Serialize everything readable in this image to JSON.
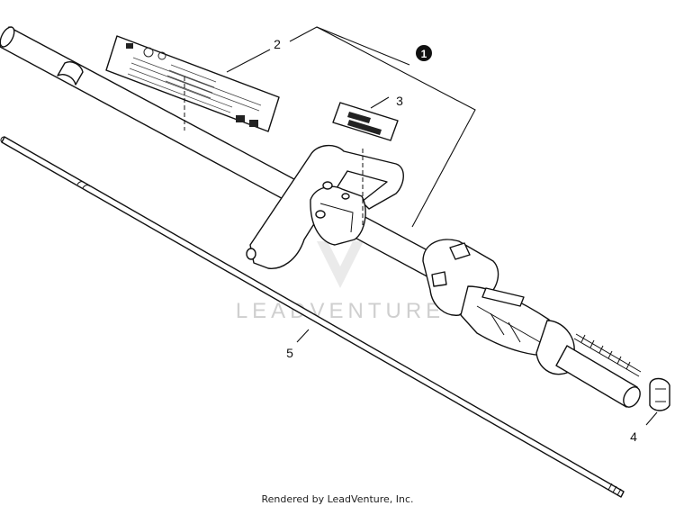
{
  "diagram": {
    "callouts": [
      {
        "id": "callout-1",
        "label": "1"
      },
      {
        "id": "callout-2",
        "label": "2"
      },
      {
        "id": "callout-3",
        "label": "3"
      },
      {
        "id": "callout-4",
        "label": "4"
      },
      {
        "id": "callout-5",
        "label": "5"
      }
    ],
    "watermark": "LEADVENTURE",
    "footer": "Rendered by LeadVenture, Inc."
  }
}
